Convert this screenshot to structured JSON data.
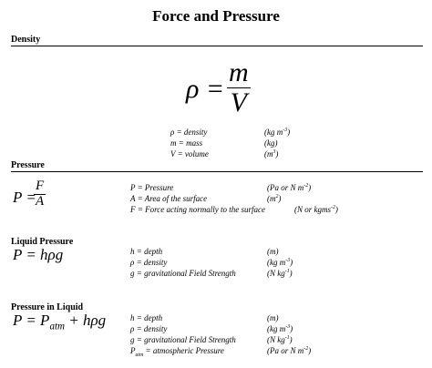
{
  "title": "Force and Pressure",
  "density": {
    "heading": "Density",
    "formula": {
      "lhs": "ρ =",
      "num": "m",
      "den": "V"
    },
    "vars": [
      {
        "def": "ρ = density",
        "unit_pre": "(kg m",
        "unit_sup": "-3",
        "unit_post": ")"
      },
      {
        "def": "m = mass",
        "unit_pre": "(kg)",
        "unit_sup": "",
        "unit_post": ""
      },
      {
        "def": "V = volume",
        "unit_pre": "(m",
        "unit_sup": "3",
        "unit_post": ")"
      }
    ]
  },
  "pressure": {
    "heading": "Pressure",
    "formula": {
      "lhs": "P =",
      "num": "F",
      "den": "A"
    },
    "vars": [
      {
        "def": "P = Pressure",
        "unit_pre": "(Pa or N m",
        "unit_sup": "-2",
        "unit_post": ")"
      },
      {
        "def": "A = Area of the surface",
        "unit_pre": "(m",
        "unit_sup": "2",
        "unit_post": ")"
      },
      {
        "def": "F = Force acting normally to the surface",
        "unit_pre": "(N or kgms",
        "unit_sup": "-2",
        "unit_post": ")"
      }
    ]
  },
  "liquid": {
    "heading": "Liquid Pressure",
    "formula": "P = hρg",
    "vars": [
      {
        "def": "h = depth",
        "unit_pre": "(m)",
        "unit_sup": "",
        "unit_post": ""
      },
      {
        "def": "ρ = density",
        "unit_pre": "(kg m",
        "unit_sup": "-3",
        "unit_post": ")"
      },
      {
        "def": "g = gravitational Field Strength",
        "unit_pre": "(N kg",
        "unit_sup": "-1",
        "unit_post": ")"
      }
    ]
  },
  "inliquid": {
    "heading": "Pressure in Liquid",
    "formula": {
      "pre": "P = P",
      "sub": "atm",
      "post": " + hρg"
    },
    "vars": [
      {
        "def": "h = depth",
        "unit_pre": "(m)",
        "unit_sup": "",
        "unit_post": ""
      },
      {
        "def": "ρ = density",
        "unit_pre": "(kg m",
        "unit_sup": "-3",
        "unit_post": ")"
      },
      {
        "def": "g = gravitational Field Strength",
        "unit_pre": "(N kg",
        "unit_sup": "-1",
        "unit_post": ")"
      },
      {
        "def_pre": "P",
        "def_sub": "atm",
        "def_post": " = atmospheric Pressure",
        "unit_pre": "(Pa or N m",
        "unit_sup": "-2",
        "unit_post": ")"
      }
    ]
  }
}
